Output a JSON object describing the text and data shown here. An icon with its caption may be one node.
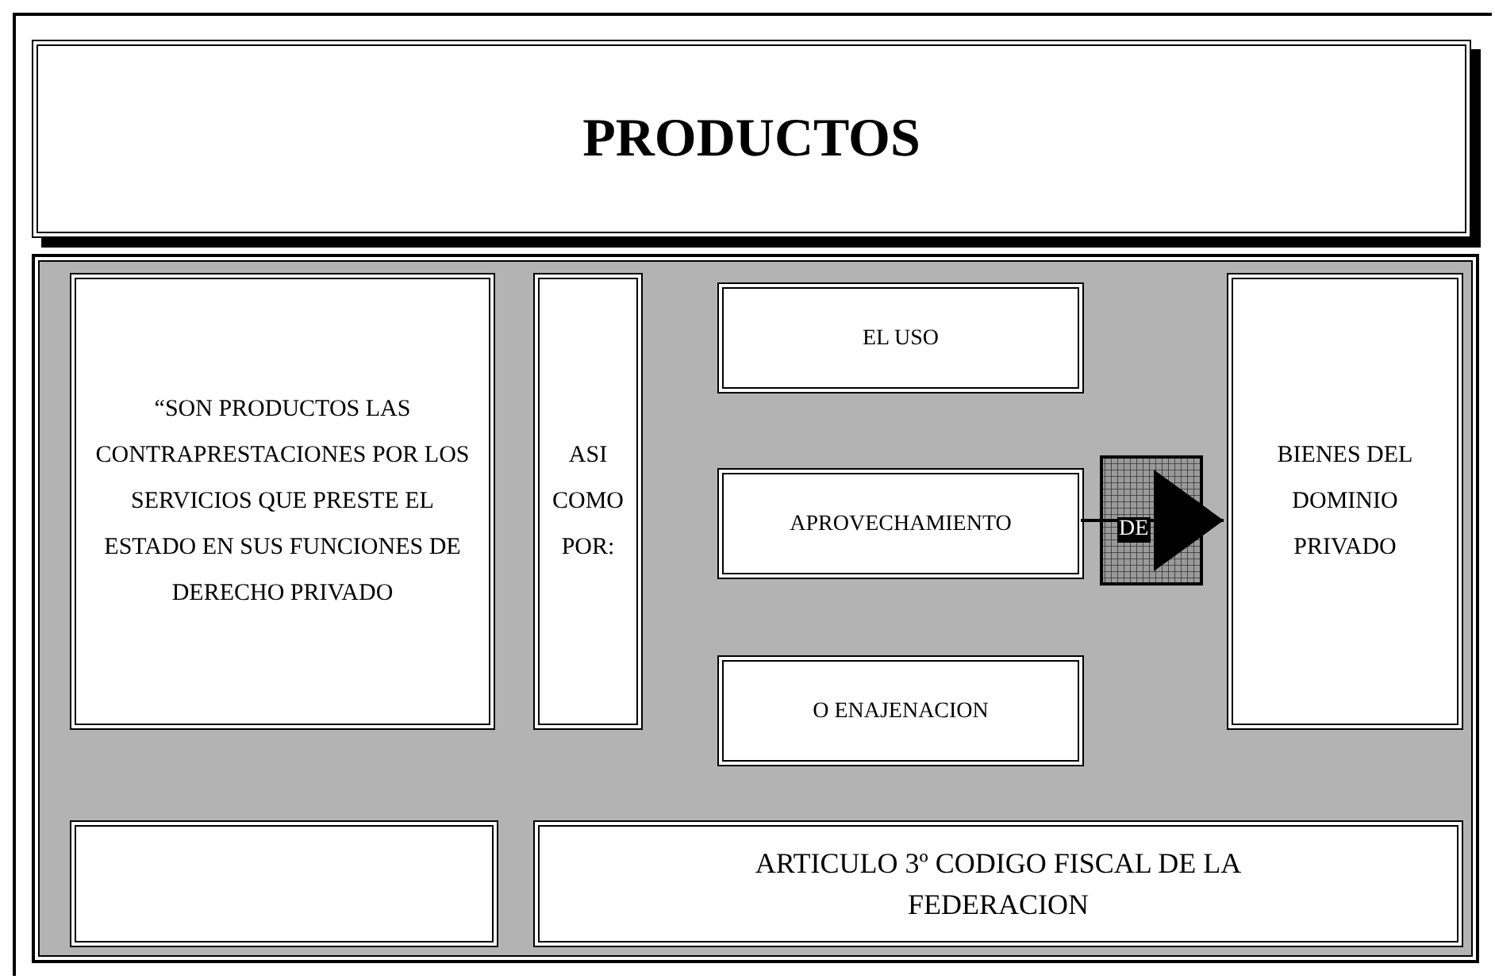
{
  "diagram": {
    "nodes": [
      {
        "text": [
          "PRODUCTOS"
        ]
      },
      {
        "text": [],
        "shape": "box"
      },
      {
        "text": [
          "“SON PRODUCTOS LAS CONTRAPRESTACIONES POR LOS SERVICIOS QUE PRESTE EL ESTADO EN SUS FUNCIONES DE DERECHO PRIVADO"
        ],
        "in": 1
      },
      {
        "text": [
          "ASI COMO POR:"
        ],
        "in": 1
      },
      {
        "text": [
          "EL USO"
        ],
        "in": 1
      },
      {
        "text": [
          "APROVECHAMIENTO"
        ],
        "in": 1
      },
      {
        "text": [
          "O ENAJENACION"
        ],
        "in": 1
      },
      {
        "text": [
          "BIENES DEL DOMINIO PRIVADO"
        ],
        "in": 1
      },
      {
        "text": [],
        "shape": "box",
        "in": 1
      },
      {
        "text": [
          "ARTICULO 3º CODIGO FISCAL DE LA FEDERACION"
        ],
        "in": 1
      }
    ],
    "edges": [
      {
        "from": 5,
        "to": 7,
        "arrow": "to",
        "label": "DE"
      }
    ]
  }
}
